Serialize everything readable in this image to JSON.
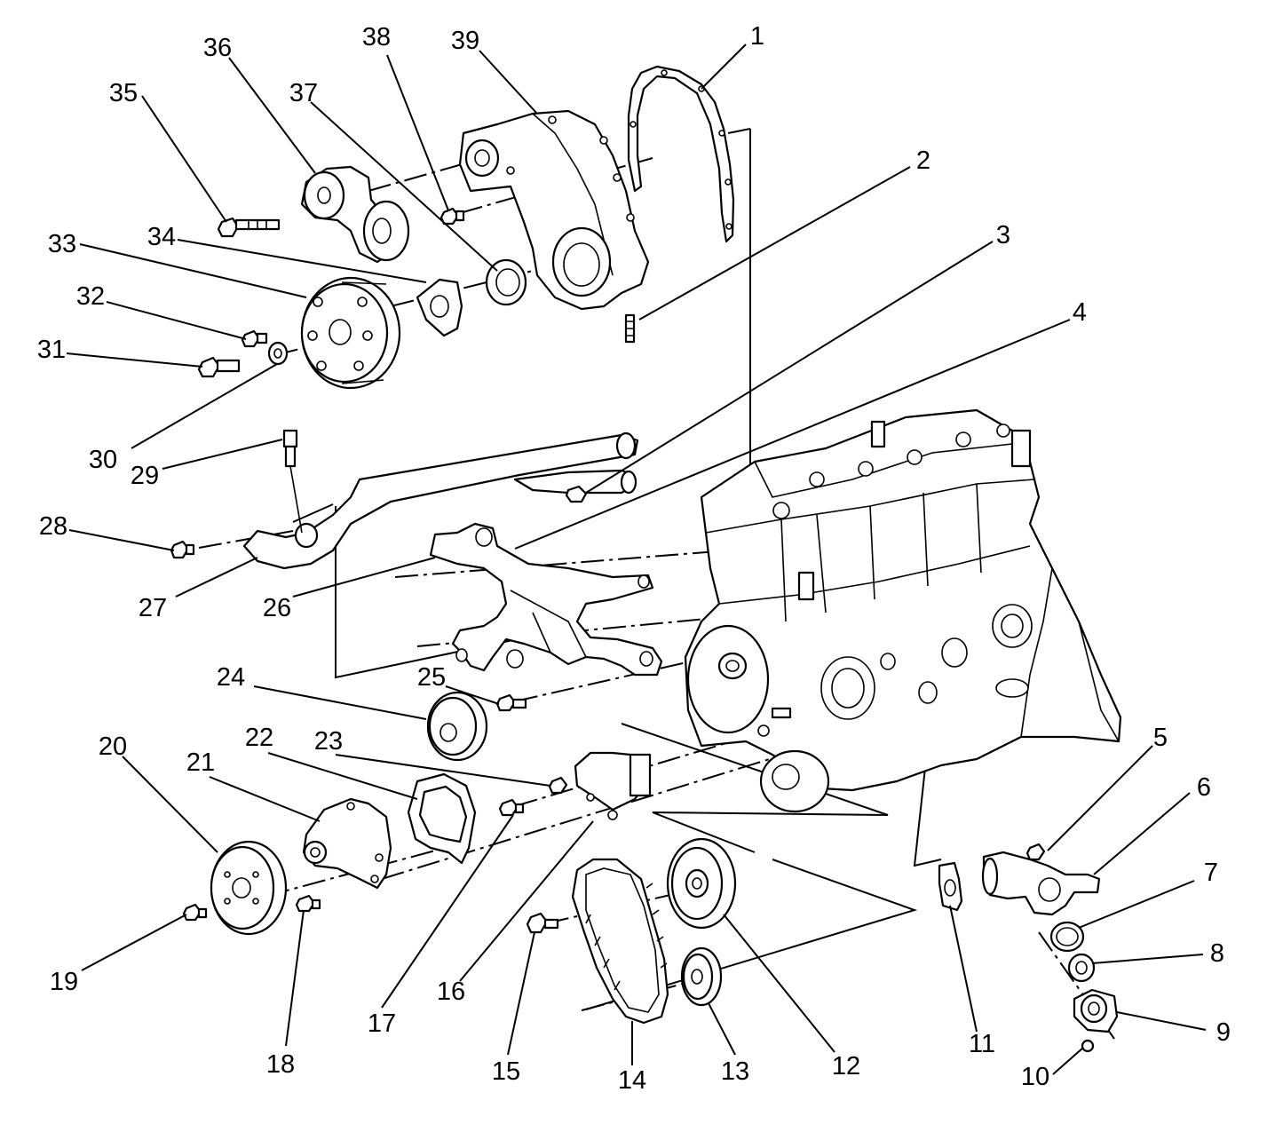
{
  "callouts": {
    "c1": "1",
    "c2": "2",
    "c3": "3",
    "c4": "4",
    "c5": "5",
    "c6": "6",
    "c7": "7",
    "c8": "8",
    "c9": "9",
    "c10": "10",
    "c11": "11",
    "c12": "12",
    "c13": "13",
    "c14": "14",
    "c15": "15",
    "c16": "16",
    "c17": "17",
    "c18": "18",
    "c19": "19",
    "c20": "20",
    "c21": "21",
    "c22": "22",
    "c23": "23",
    "c24": "24",
    "c25": "25",
    "c26": "26",
    "c27": "27",
    "c28": "28",
    "c29": "29",
    "c30": "30",
    "c31": "31",
    "c32": "32",
    "c33": "33",
    "c34": "34",
    "c35": "35",
    "c36": "36",
    "c37": "37",
    "c38": "38",
    "c39": "39"
  },
  "colors": {
    "line": "#000000",
    "background": "#ffffff"
  }
}
